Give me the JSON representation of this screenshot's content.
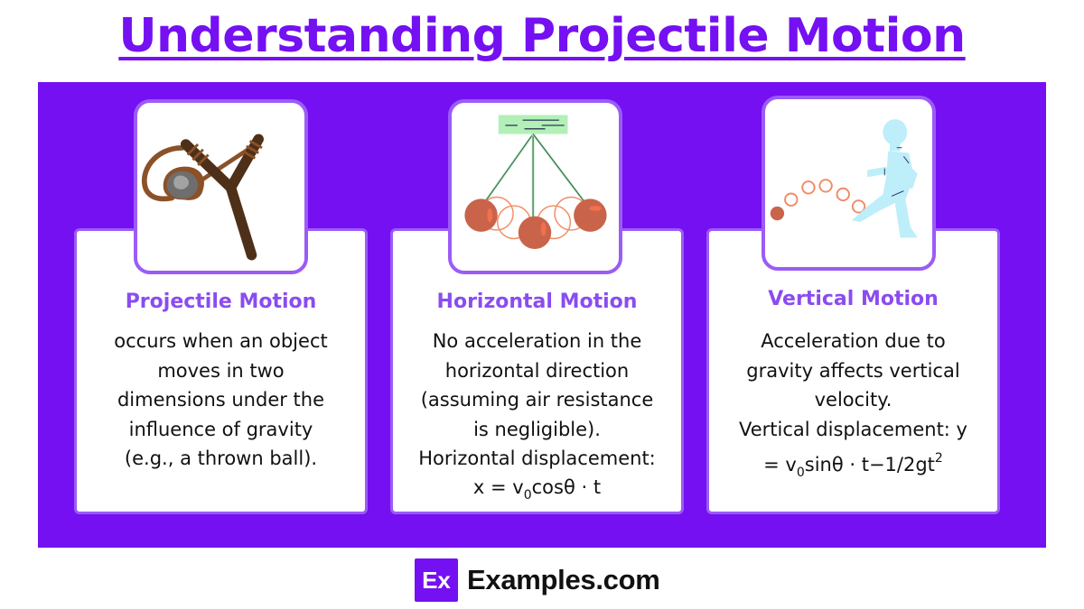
{
  "title": "Understanding Projectile Motion",
  "colors": {
    "brand": "#7410f2",
    "card_border": "#9b5cf6",
    "card_heading": "#8a4cf0",
    "ball": "#c9644a",
    "ball_trail": "#f28a64",
    "pendulum_bar": "#b2f0b8",
    "person": "#bdeefa",
    "slingshot_wood": "#4e3019",
    "slingshot_band": "#8b5128"
  },
  "cards": [
    {
      "heading": "Projectile Motion",
      "icon": "slingshot-illustration",
      "text": "occurs when an object\nmoves in two\ndimensions under the\ninfluence of gravity\n(e.g., a thrown ball)."
    },
    {
      "heading": "Horizontal Motion",
      "icon": "pendulum-illustration",
      "text": "No acceleration in the\nhorizontal direction\n(assuming air resistance\nis negligible).\nHorizontal displacement:",
      "formula": {
        "prefix": "x = v",
        "subscript": "0",
        "suffix": "cosθ · t"
      }
    },
    {
      "heading": "Vertical Motion",
      "icon": "kicked-ball-illustration",
      "text": "Acceleration due to\ngravity affects vertical\nvelocity.\nVertical displacement: y",
      "formula": {
        "prefix": "= v",
        "subscript": "0",
        "suffix": "sinθ · t−1/2gt",
        "superscript": "2"
      }
    }
  ],
  "footer": {
    "logo_badge": "Ex",
    "logo_text": "Examples.com"
  }
}
